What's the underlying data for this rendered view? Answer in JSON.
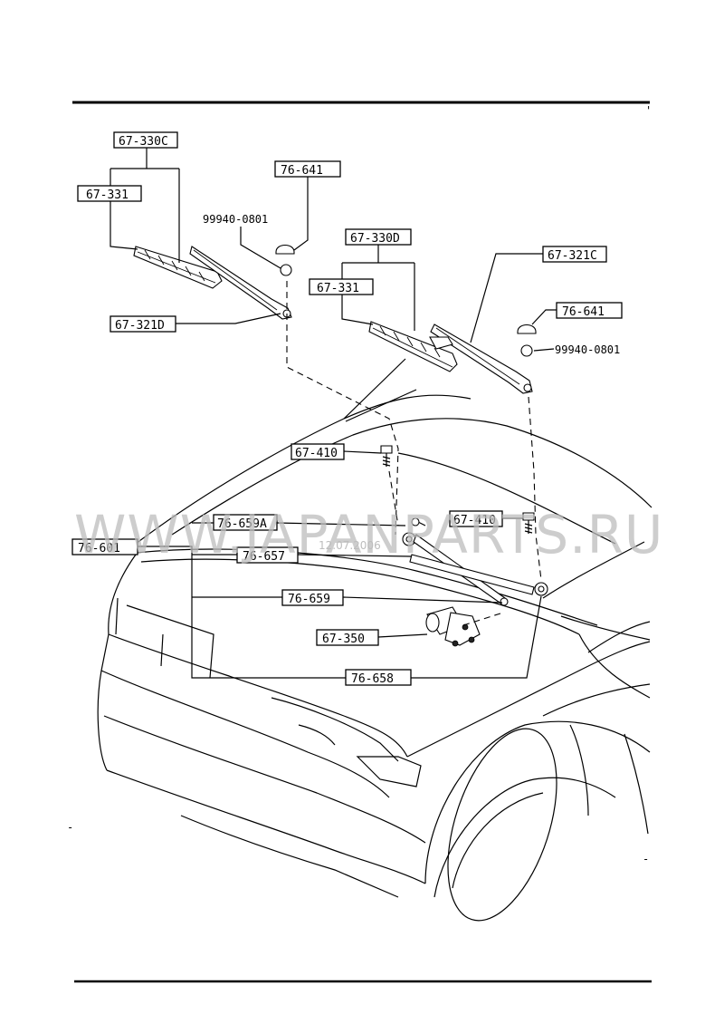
{
  "labels": {
    "wiper_blade_assy_left": "67-330C",
    "blade_insert_left": "67-331",
    "arm_left": "67-321D",
    "cap_left": "76-641",
    "nut_left": "99940-0801",
    "wiper_blade_assy_right": "67-330D",
    "blade_insert_right": "67-331",
    "arm_right": "67-321C",
    "cap_right": "76-641",
    "nut_right": "99940-0801",
    "bolt_left": "67-410",
    "bolt_right": "67-410",
    "linkage_assy": "76-601",
    "pivot_a": "76-659A",
    "pivot_b": "76-657",
    "link_rod": "76-659",
    "motor": "67-350",
    "link_rod_b": "76-658"
  },
  "watermark": "WWW.JAPANPARTS.RU",
  "stamp": "12.07.2006"
}
